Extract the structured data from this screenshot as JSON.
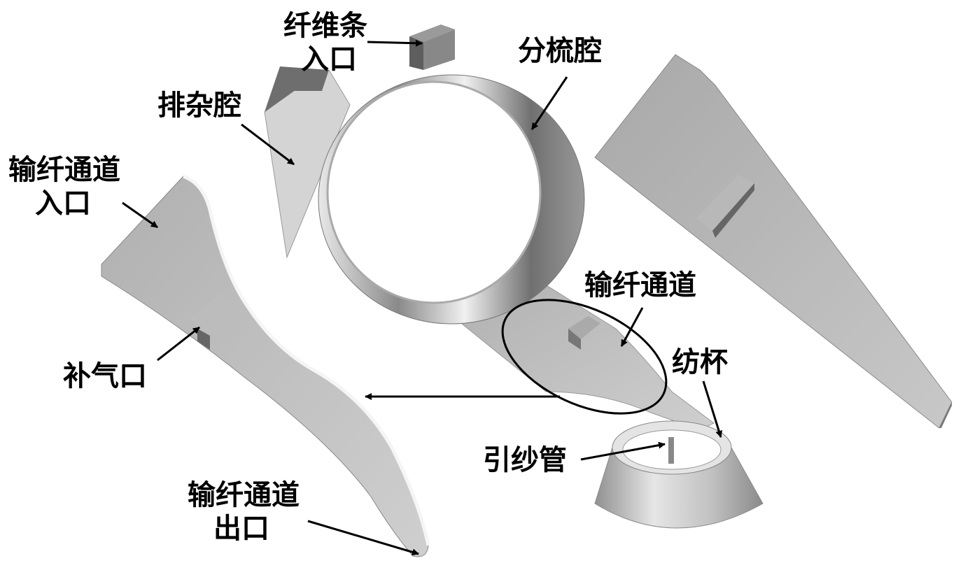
{
  "labels": {
    "sliver_inlet_line1": "纤维条",
    "sliver_inlet_line2": "入口",
    "carding_chamber": "分梳腔",
    "trash_chamber": "排杂腔",
    "channel_inlet_line1": "输纤通道",
    "channel_inlet_line2": "入口",
    "fiber_channel": "输纤通道",
    "rotor_cup": "纺杯",
    "air_inlet": "补气口",
    "yarn_tube": "引纱管",
    "channel_outlet_line1": "输纤通道",
    "channel_outlet_line2": "出口"
  },
  "colors": {
    "part_light": "#d0d0d0",
    "part_dark": "#6a6a6a",
    "text": "#000000"
  }
}
